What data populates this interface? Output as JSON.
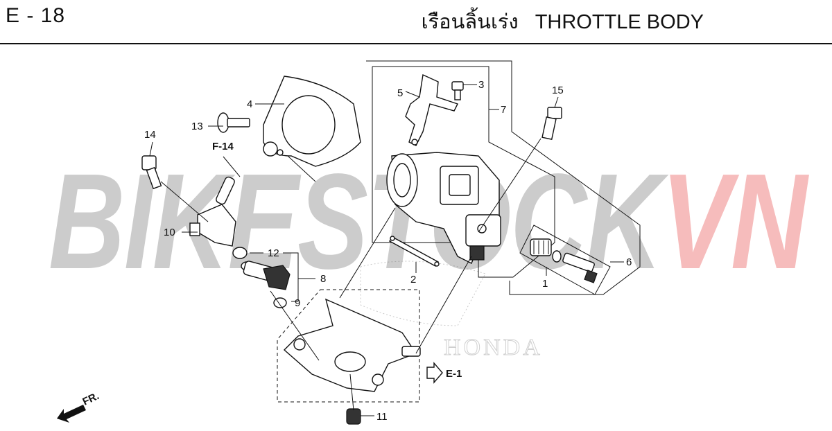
{
  "header": {
    "page_code": "E - 18",
    "title_thai": "เรือนลิ้นเร่ง",
    "title_en": "THROTTLE BODY"
  },
  "watermark": {
    "part1": "BIKESTOCK",
    "part2": "VN"
  },
  "callouts": {
    "c1": "1",
    "c2": "2",
    "c3": "3",
    "c4": "4",
    "c5": "5",
    "c6": "6",
    "c7": "7",
    "c8": "8",
    "c9": "9",
    "c10": "10",
    "c11": "11",
    "c12": "12",
    "c13": "13",
    "c14": "14",
    "c15": "15"
  },
  "refs": {
    "f14": "F-14",
    "e1": "E-1",
    "fr": "FR."
  },
  "brand_mark": "HONDA",
  "colors": {
    "watermark_gray": "#9a9a9a",
    "watermark_red": "#ef7b7b",
    "line": "#111111"
  }
}
